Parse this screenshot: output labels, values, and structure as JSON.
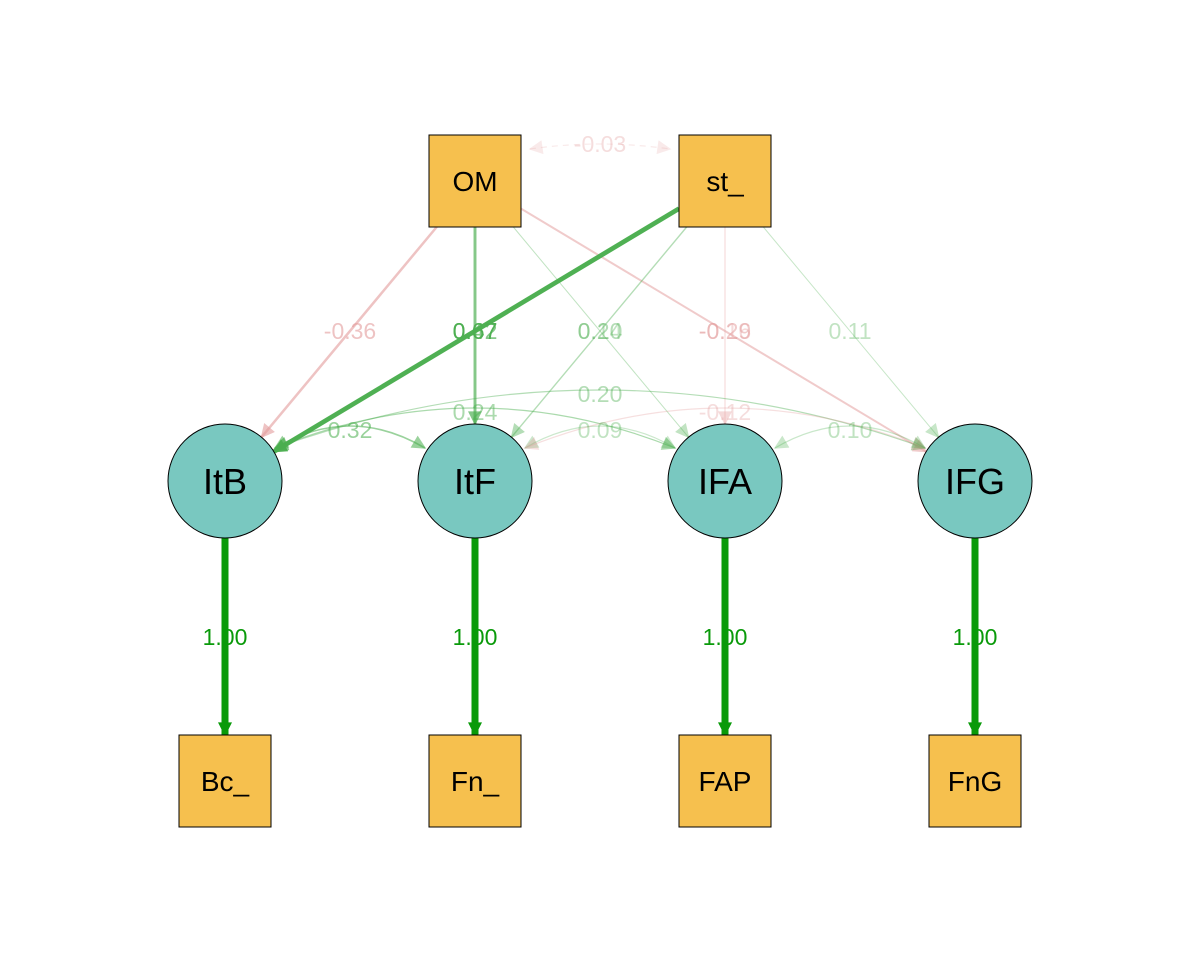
{
  "colors": {
    "observed_fill": "#F6C04E",
    "latent_fill": "#79C8C0",
    "node_stroke": "#000000",
    "positive": "#4CAF50",
    "negative": "#E39D9D",
    "loading": "#0A9A0A"
  },
  "nodes": {
    "om": {
      "label": "OM",
      "shape": "square"
    },
    "st": {
      "label": "st_",
      "shape": "square"
    },
    "itb": {
      "label": "ItB",
      "shape": "circle"
    },
    "itf": {
      "label": "ItF",
      "shape": "circle"
    },
    "ifa": {
      "label": "IFA",
      "shape": "circle"
    },
    "ifg": {
      "label": "IFG",
      "shape": "circle"
    },
    "bc": {
      "label": "Bc_",
      "shape": "square"
    },
    "fn": {
      "label": "Fn_",
      "shape": "square"
    },
    "fap": {
      "label": "FAP",
      "shape": "square"
    },
    "fng": {
      "label": "FnG",
      "shape": "square"
    }
  },
  "edges": {
    "om_st": {
      "label": "-0.03",
      "sign": "negative",
      "kind": "covariance",
      "strength": 0.03
    },
    "om_itb": {
      "label": "-0.36",
      "sign": "negative",
      "kind": "regression",
      "strength": 0.36
    },
    "om_itf": {
      "label": "0.42",
      "sign": "positive",
      "kind": "regression",
      "strength": 0.42
    },
    "om_ifa": {
      "label": "0.14",
      "sign": "positive",
      "kind": "regression",
      "strength": 0.14
    },
    "om_ifg": {
      "label": "-0.29",
      "sign": "negative",
      "kind": "regression",
      "strength": 0.29
    },
    "st_itb": {
      "label": "0.67",
      "sign": "positive",
      "kind": "regression",
      "strength": 0.67
    },
    "st_itf": {
      "label": "0.20",
      "sign": "positive",
      "kind": "regression",
      "strength": 0.2
    },
    "st_ifa": {
      "label": "-0.16",
      "sign": "negative",
      "kind": "regression",
      "strength": 0.16
    },
    "st_ifg": {
      "label": "0.11",
      "sign": "positive",
      "kind": "regression",
      "strength": 0.11
    },
    "itb_itf": {
      "label": "0.32",
      "sign": "positive",
      "kind": "covariance",
      "strength": 0.32
    },
    "itb_ifa": {
      "label": "0.24",
      "sign": "positive",
      "kind": "covariance",
      "strength": 0.24
    },
    "itb_ifg": {
      "label": "0.20",
      "sign": "positive",
      "kind": "covariance",
      "strength": 0.2
    },
    "itf_ifa": {
      "label": "0.09",
      "sign": "positive",
      "kind": "covariance",
      "strength": 0.09
    },
    "itf_ifg": {
      "label": "-0.12",
      "sign": "negative",
      "kind": "covariance",
      "strength": 0.12
    },
    "ifa_ifg": {
      "label": "0.10",
      "sign": "positive",
      "kind": "covariance",
      "strength": 0.1
    },
    "itb_bc": {
      "label": "1.00",
      "sign": "positive",
      "kind": "loading",
      "strength": 1.0
    },
    "itf_fn": {
      "label": "1.00",
      "sign": "positive",
      "kind": "loading",
      "strength": 1.0
    },
    "ifa_fap": {
      "label": "1.00",
      "sign": "positive",
      "kind": "loading",
      "strength": 1.0
    },
    "ifg_fng": {
      "label": "1.00",
      "sign": "positive",
      "kind": "loading",
      "strength": 1.0
    }
  }
}
